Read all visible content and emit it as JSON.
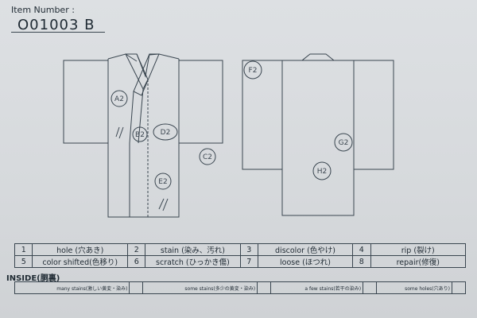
{
  "header": {
    "item_number_label": "Item Number :",
    "item_number": "O01003  B"
  },
  "markers": {
    "a2": "A2",
    "b2": "B2",
    "d2": "D2",
    "c2": "C2",
    "e2": "E2",
    "f2": "F2",
    "g2": "G2",
    "h2": "H2"
  },
  "legend": [
    {
      "num": "1",
      "label": "hole (穴あき)"
    },
    {
      "num": "2",
      "label": "stain (染み、汚れ)"
    },
    {
      "num": "3",
      "label": "discolor (色やけ)"
    },
    {
      "num": "4",
      "label": "rip (裂け)"
    },
    {
      "num": "5",
      "label": "color shifted(色移り)"
    },
    {
      "num": "6",
      "label": "scratch (ひっかき傷)"
    },
    {
      "num": "7",
      "label": "loose (ほつれ)"
    },
    {
      "num": "8",
      "label": "repair(修復)"
    }
  ],
  "inside": {
    "title": "INSIDE(胴裏)",
    "cells": [
      "many stains(激しい黄変・染み)",
      "some stains(多少の黄変・染み)",
      "a few stains(若干の染み)",
      "some holes(穴あり)"
    ]
  }
}
